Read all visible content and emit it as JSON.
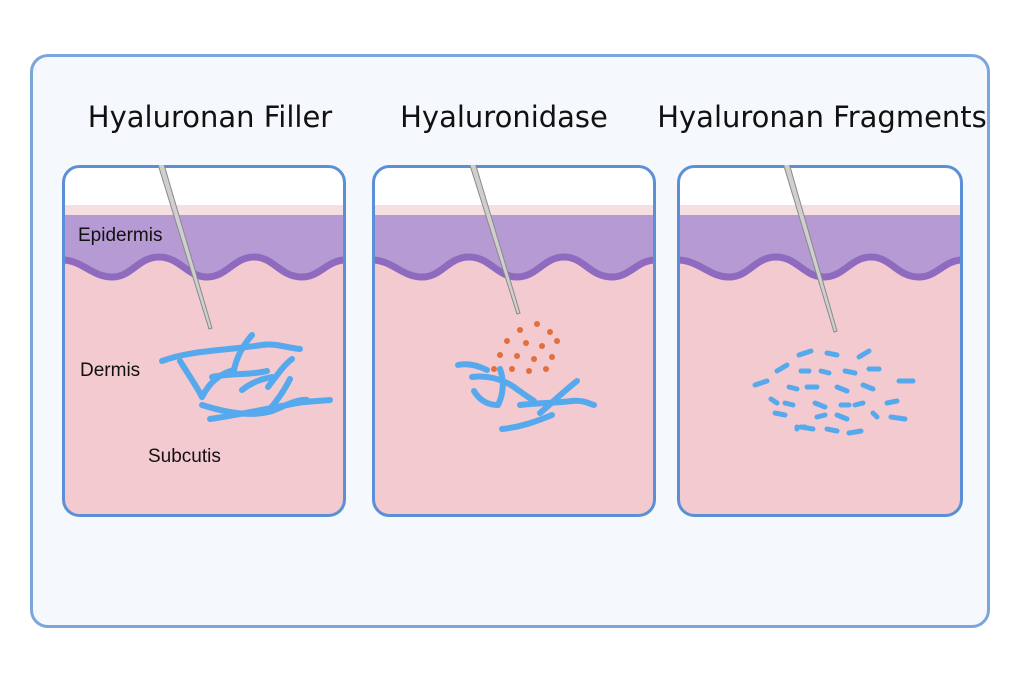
{
  "panels": [
    {
      "title": "Hyaluronan Filler"
    },
    {
      "title": "Hyaluronidase"
    },
    {
      "title": "Hyaluronan Fragments"
    }
  ],
  "labels": {
    "epidermis": "Epidermis",
    "dermis": "Dermis",
    "subcutis": "Subcutis"
  },
  "colors": {
    "frame_border": "#7aa6dc",
    "panel_border": "#5b8fd6",
    "skin_dermis": "#f2cad0",
    "epidermis": "#b59ad3",
    "epidermis_edge": "#8e6bbf",
    "surface": "#f6dfe0",
    "hyaluronan": "#56a9ec",
    "enzyme": "#e26f3c",
    "needle": "#cfcfcf"
  }
}
